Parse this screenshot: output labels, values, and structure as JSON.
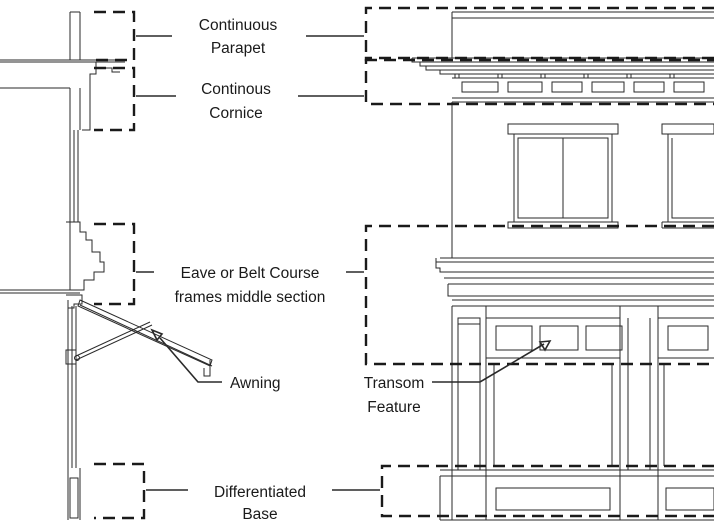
{
  "labels": {
    "parapet": {
      "line1": "Continuous",
      "line2": "Parapet"
    },
    "cornice": {
      "line1": "Continous",
      "line2": "Cornice"
    },
    "eave": {
      "line1": "Eave or Belt Course",
      "line2": "frames middle section"
    },
    "awning": {
      "line1": "Awning"
    },
    "transom": {
      "line1": "Transom",
      "line2": "Feature"
    },
    "base": {
      "line1": "Differentiated",
      "line2": "Base"
    }
  }
}
